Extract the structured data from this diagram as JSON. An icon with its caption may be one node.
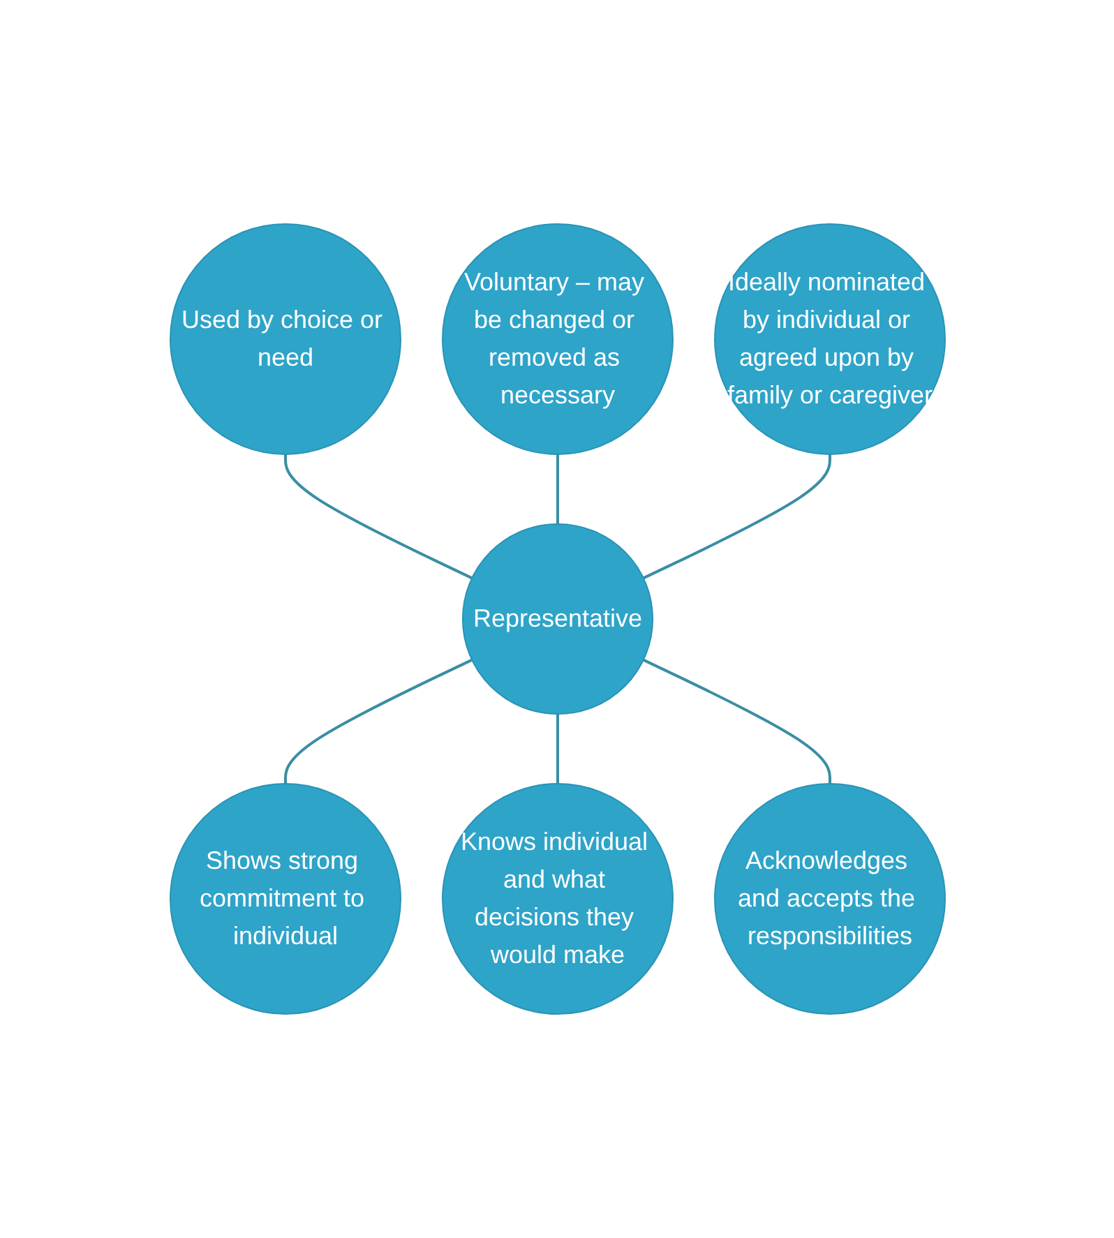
{
  "diagram": {
    "nodes": [
      {
        "text": [
          "Used by choice or need"
        ]
      },
      {
        "text": [
          "Voluntary – may be changed or removed as necessary"
        ]
      },
      {
        "text": [
          "Ideally nominated by individual or agreed upon by family or caregiver"
        ]
      },
      {
        "text": [
          "Representative"
        ]
      },
      {
        "text": [
          "Shows strong commitment to individual"
        ]
      },
      {
        "text": [
          "Knows individual and what decisions they would make"
        ]
      },
      {
        "text": [
          "Acknowledges and accepts the responsibilities"
        ]
      }
    ],
    "edges": [
      {
        "from": 0,
        "to": 3,
        "arrow": "none"
      },
      {
        "from": 1,
        "to": 3,
        "arrow": "none"
      },
      {
        "from": 2,
        "to": 3,
        "arrow": "none"
      },
      {
        "from": 3,
        "to": 4,
        "arrow": "none"
      },
      {
        "from": 3,
        "to": 5,
        "arrow": "none"
      },
      {
        "from": 3,
        "to": 6,
        "arrow": "none"
      }
    ]
  }
}
